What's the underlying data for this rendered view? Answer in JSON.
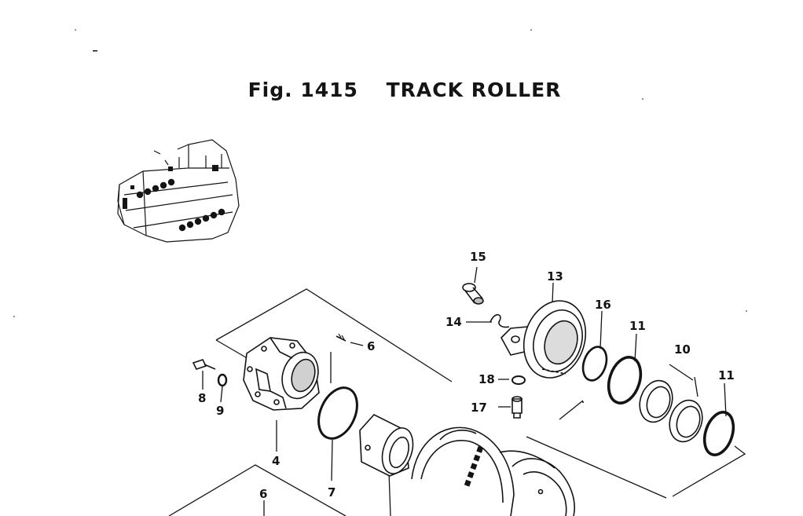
{
  "title": {
    "figure": "Fig. 1415",
    "name": "TRACK ROLLER"
  },
  "part_numbers": [
    "15",
    "13",
    "14",
    "16",
    "11",
    "10",
    "11",
    "6",
    "18",
    "17",
    "8",
    "9",
    "4",
    "7",
    "6"
  ],
  "line_color": "#141414"
}
